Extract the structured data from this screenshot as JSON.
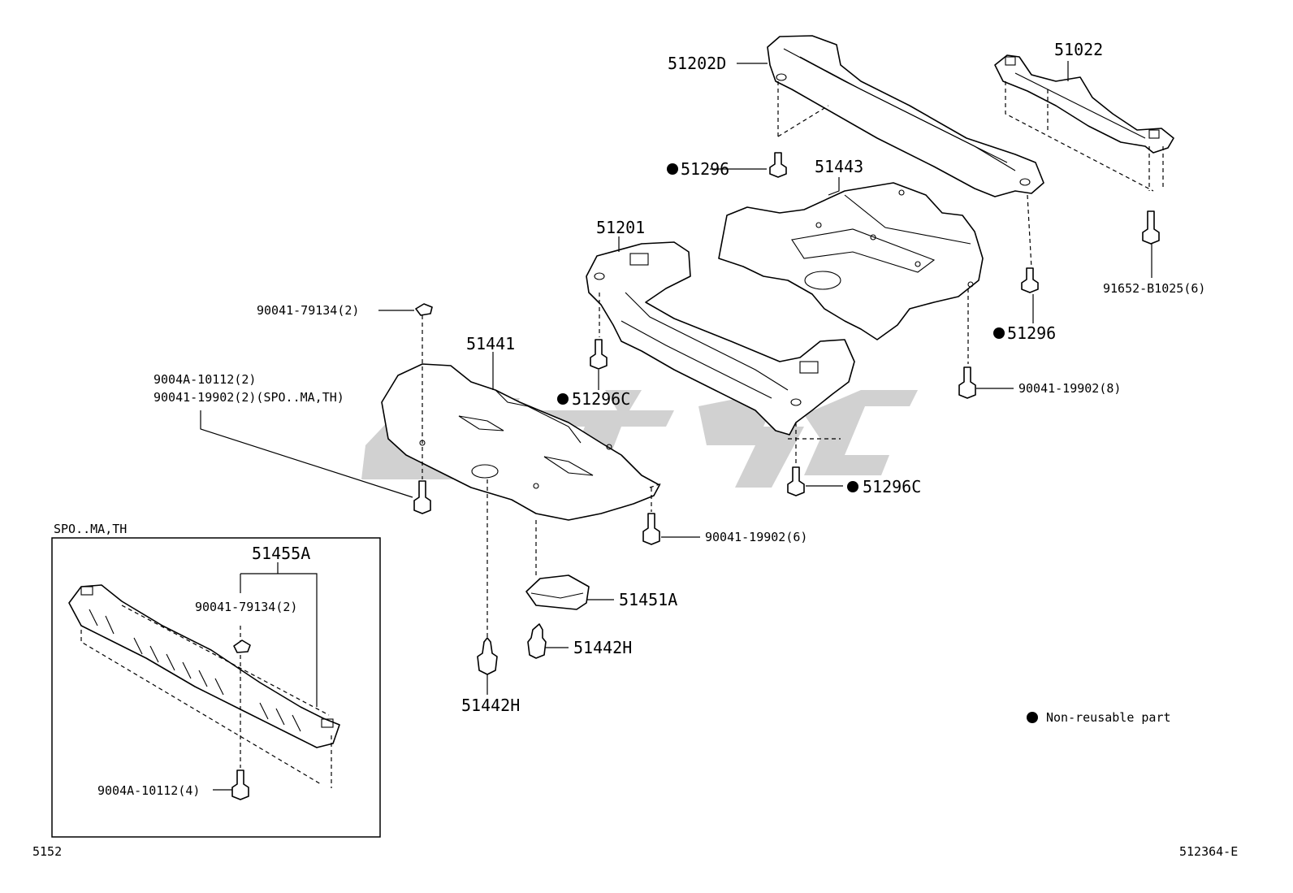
{
  "labels": {
    "p51202D": "51202D",
    "p51022": "51022",
    "p51296_top": "51296",
    "p51443": "51443",
    "p51201": "51201",
    "p51296_right": "51296",
    "p91652": "91652-B1025(6)",
    "p90041_79134_top": "90041-79134(2)",
    "p51441": "51441",
    "p9004A_10112": "9004A-10112(2)",
    "p90041_19902_spo": "90041-19902(2)(SPO..MA,TH)",
    "p51296C_left": "51296C",
    "p90041_19902_8": "90041-19902(8)",
    "p51296C_right": "51296C",
    "p90041_19902_6": "90041-19902(6)",
    "p51451A": "51451A",
    "p51442H_right": "51442H",
    "p51442H_bottom": "51442H",
    "inset_title": "SPO..MA,TH",
    "p51455A": "51455A",
    "p90041_79134_inset": "90041-79134(2)",
    "p9004A_10112_inset": "9004A-10112(4)",
    "legend": "Non-reusable part",
    "footer_left": "5152",
    "footer_right": "512364-E"
  },
  "colors": {
    "line": "#000000",
    "watermark": "#c9c9c9",
    "background": "#ffffff"
  }
}
